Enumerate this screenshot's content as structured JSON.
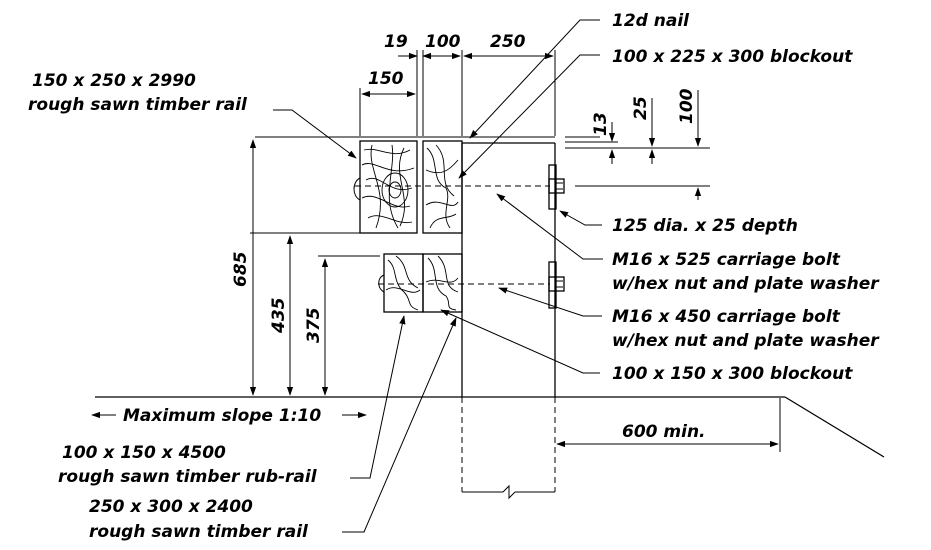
{
  "labels": {
    "nail": "12d nail",
    "blockout_top": "100 x 225 x 300 blockout",
    "rail_top_l1": "150 x 250 x 2990",
    "rail_top_l2": "rough sawn timber rail",
    "recess": "125 dia. x 25 depth",
    "bolt1_l1": "M16 x 525 carriage bolt",
    "bolt1_l2": "w/hex nut and plate washer",
    "bolt2_l1": "M16 x 450 carriage bolt",
    "bolt2_l2": "w/hex nut and plate washer",
    "blockout_bottom": "100 x 150 x 300 blockout",
    "slope": "Maximum slope 1:10",
    "clearance": "600 min.",
    "rubrail_l1": "100 x 150 x 4500",
    "rubrail_l2": "rough sawn timber rub-rail",
    "rail_bottom_l1": "250 x 300 x 2400",
    "rail_bottom_l2": "rough sawn timber rail"
  },
  "dimensions": {
    "d19": "19",
    "d100_top": "100",
    "d250": "250",
    "d150": "150",
    "d13": "13",
    "d25": "25",
    "d100_right": "100",
    "d685": "685",
    "d435": "435",
    "d375": "375"
  }
}
